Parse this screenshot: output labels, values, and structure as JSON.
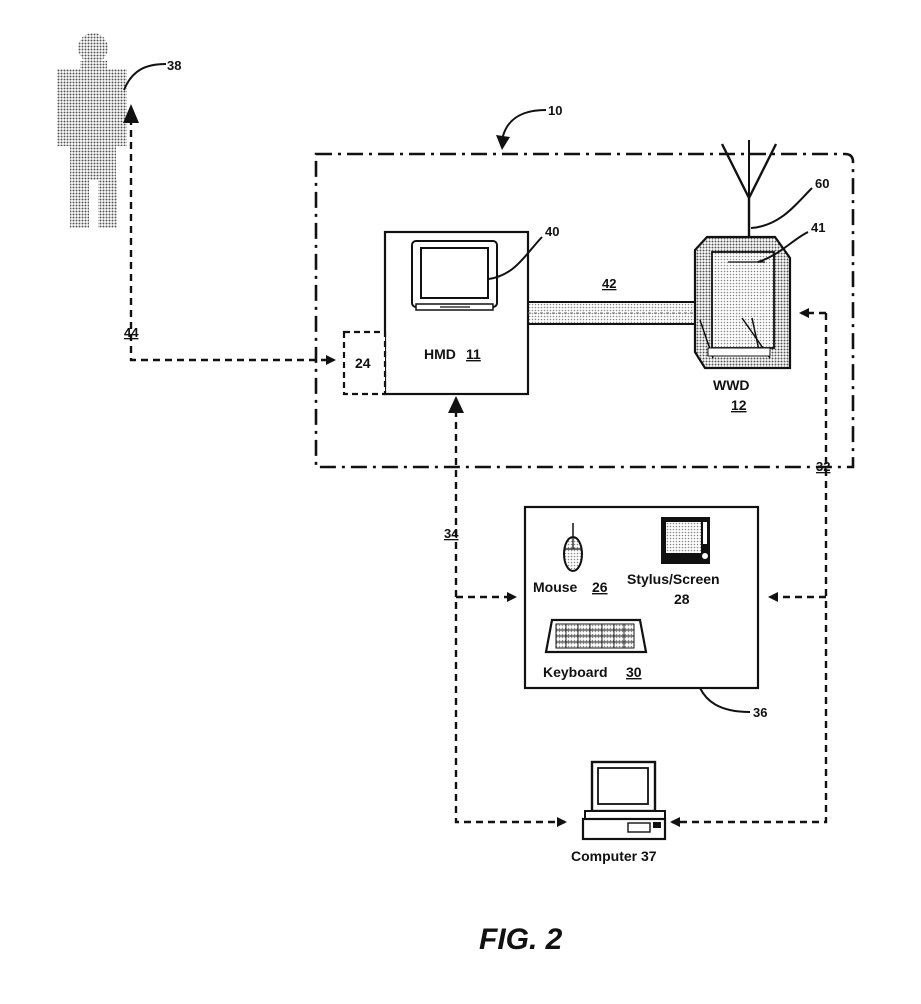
{
  "labels": {
    "person_ref": "38",
    "system_ref": "10",
    "antenna_ref": "60",
    "wwd_screen_ref": "41",
    "hmd_display_ref": "40",
    "link_ref": "42",
    "person_link_ref": "44",
    "interface_ref": "24",
    "hmd_text": "HMD",
    "hmd_num": "11",
    "wwd_text": "WWD",
    "wwd_num": "12",
    "wwd_link_ref": "32",
    "hmd_link_ref": "34",
    "mouse_text": "Mouse",
    "mouse_num": "26",
    "stylus_text": "Stylus/Screen",
    "stylus_num": "28",
    "keyboard_text": "Keyboard",
    "keyboard_num": "30",
    "input_box_ref": "36",
    "computer_text": "Computer 37",
    "figure_caption": "FIG. 2"
  },
  "icons": {
    "person": "person-figure-icon",
    "hmd_display": "monitor-icon",
    "wwd": "wristwatch-device-icon",
    "antenna": "antenna-icon",
    "mouse": "mouse-icon",
    "stylus_screen": "tablet-screen-icon",
    "keyboard": "keyboard-icon",
    "computer": "desktop-computer-icon"
  }
}
